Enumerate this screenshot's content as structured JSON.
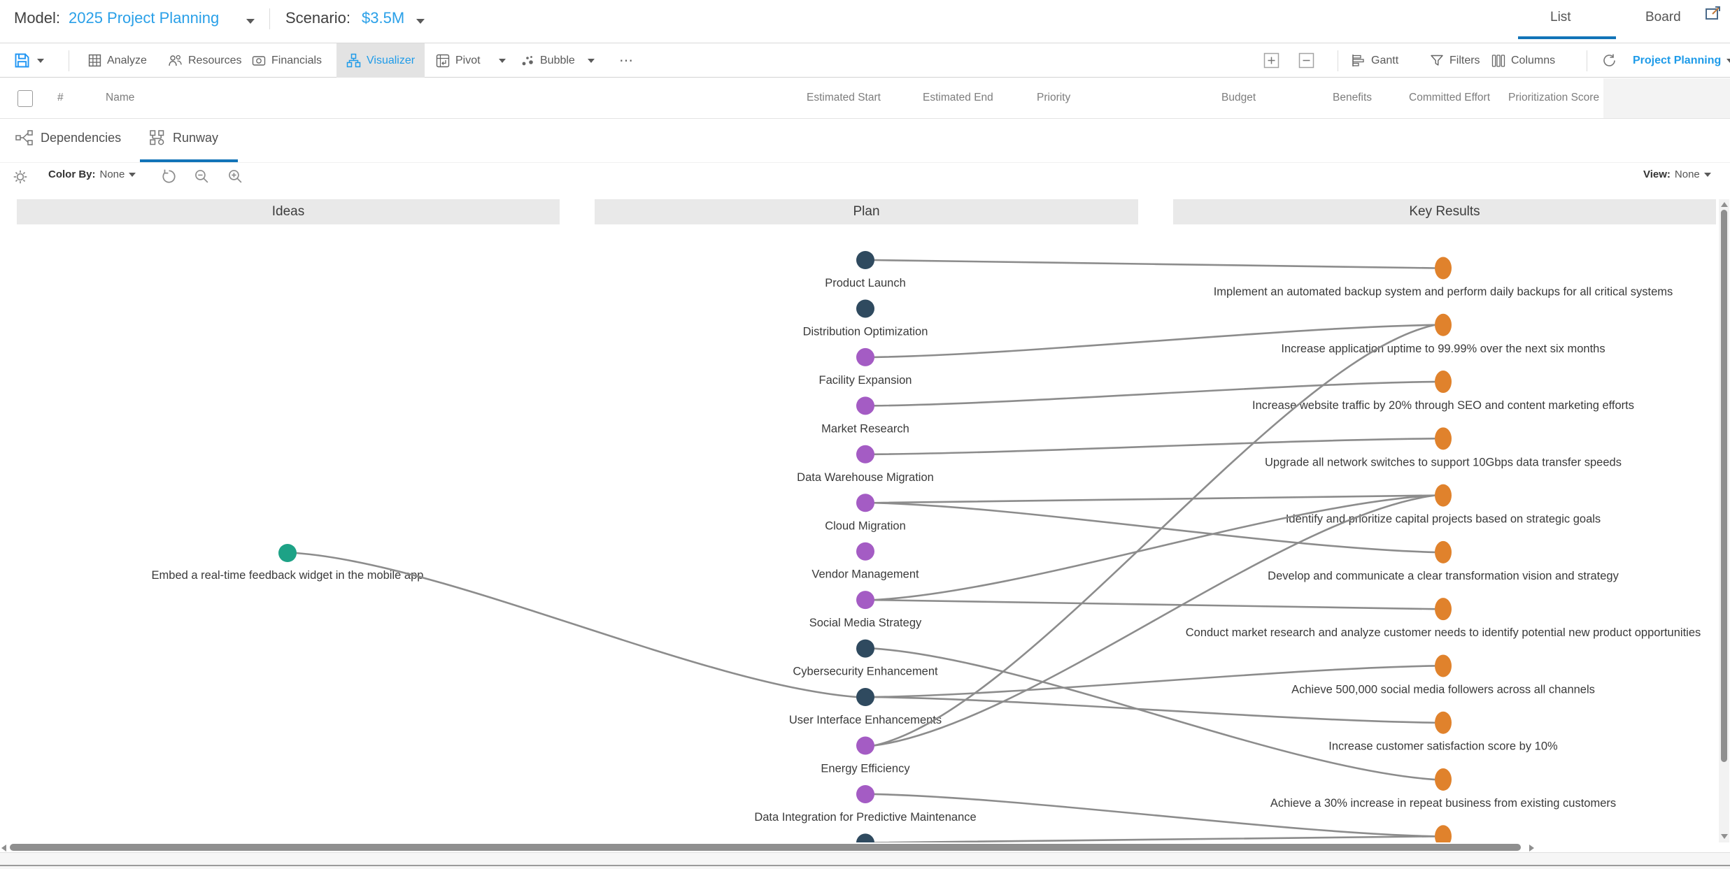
{
  "topbar": {
    "model_label": "Model:",
    "model_value": "2025 Project Planning",
    "scenario_label": "Scenario:",
    "scenario_value": "$3.5M",
    "tabs": [
      {
        "label": "List",
        "active": true
      },
      {
        "label": "Board",
        "active": false
      }
    ]
  },
  "toolbar": {
    "buttons": [
      {
        "label": "Analyze"
      },
      {
        "label": "Resources"
      },
      {
        "label": "Financials"
      },
      {
        "label": "Visualizer",
        "active": true
      },
      {
        "label": "Pivot",
        "has_dropdown": true
      },
      {
        "label": "Bubble",
        "has_dropdown": true
      }
    ],
    "overflow": "⋯",
    "right_buttons": [
      {
        "label": "Gantt"
      },
      {
        "label": "Filters"
      },
      {
        "label": "Columns"
      }
    ],
    "scope": "Project Planning"
  },
  "table": {
    "columns": [
      "#",
      "Name",
      "Estimated Start",
      "Estimated End",
      "Priority",
      "Budget",
      "Benefits",
      "Committed Effort",
      "Prioritization Score"
    ]
  },
  "subtabs": [
    {
      "label": "Dependencies",
      "active": false
    },
    {
      "label": "Runway",
      "active": true
    }
  ],
  "controls": {
    "color_by_label": "Color By:",
    "color_by_value": "None",
    "view_label": "View:",
    "view_value": "None"
  },
  "visualizer": {
    "columns": [
      "Ideas",
      "Plan",
      "Key Results"
    ],
    "ideas": [
      {
        "label": "Embed a real-time feedback widget in the mobile app",
        "color": "teal"
      }
    ],
    "plan": [
      {
        "label": "Product Launch",
        "color": "navy"
      },
      {
        "label": "Distribution Optimization",
        "color": "navy"
      },
      {
        "label": "Facility Expansion",
        "color": "purple"
      },
      {
        "label": "Market Research",
        "color": "purple"
      },
      {
        "label": "Data Warehouse Migration",
        "color": "purple"
      },
      {
        "label": "Cloud Migration",
        "color": "purple"
      },
      {
        "label": "Vendor Management",
        "color": "purple"
      },
      {
        "label": "Social Media Strategy",
        "color": "purple"
      },
      {
        "label": "Cybersecurity Enhancement",
        "color": "navy"
      },
      {
        "label": "User Interface Enhancements",
        "color": "navy"
      },
      {
        "label": "Energy Efficiency",
        "color": "purple"
      },
      {
        "label": "Data Integration for Predictive Maintenance",
        "color": "purple"
      },
      {
        "label": "",
        "color": "navy"
      }
    ],
    "key_results": [
      {
        "label": "Implement an automated backup system and perform daily backups for all critical systems"
      },
      {
        "label": "Increase application uptime to 99.99% over the next six months"
      },
      {
        "label": "Increase website traffic by 20% through SEO and content marketing efforts"
      },
      {
        "label": "Upgrade all network switches to support 10Gbps data transfer speeds"
      },
      {
        "label": "Identify and prioritize capital projects based on strategic goals"
      },
      {
        "label": "Develop and communicate a clear transformation vision and strategy"
      },
      {
        "label": "Conduct market research and analyze customer needs to identify potential new product opportunities"
      },
      {
        "label": "Achieve 500,000 social media followers across all channels"
      },
      {
        "label": "Increase customer satisfaction score by 10%"
      },
      {
        "label": "Achieve a 30% increase in repeat business from existing customers"
      },
      {
        "label": ""
      }
    ],
    "links": [
      {
        "from": [
          "plan",
          0
        ],
        "to": [
          "kr",
          0
        ]
      },
      {
        "from": [
          "plan",
          2
        ],
        "to": [
          "kr",
          1
        ]
      },
      {
        "from": [
          "plan",
          3
        ],
        "to": [
          "kr",
          2
        ]
      },
      {
        "from": [
          "plan",
          4
        ],
        "to": [
          "kr",
          3
        ]
      },
      {
        "from": [
          "plan",
          5
        ],
        "to": [
          "kr",
          4
        ]
      },
      {
        "from": [
          "plan",
          5
        ],
        "to": [
          "kr",
          5
        ]
      },
      {
        "from": [
          "plan",
          7
        ],
        "to": [
          "kr",
          4
        ]
      },
      {
        "from": [
          "plan",
          7
        ],
        "to": [
          "kr",
          6
        ]
      },
      {
        "from": [
          "plan",
          8
        ],
        "to": [
          "kr",
          9
        ]
      },
      {
        "from": [
          "plan",
          9
        ],
        "to": [
          "kr",
          7
        ]
      },
      {
        "from": [
          "plan",
          9
        ],
        "to": [
          "kr",
          8
        ]
      },
      {
        "from": [
          "plan",
          10
        ],
        "to": [
          "kr",
          1
        ]
      },
      {
        "from": [
          "plan",
          10
        ],
        "to": [
          "kr",
          4
        ]
      },
      {
        "from": [
          "plan",
          11
        ],
        "to": [
          "kr",
          10
        ]
      },
      {
        "from": [
          "plan",
          12
        ],
        "to": [
          "kr",
          10
        ]
      },
      {
        "from": [
          "idea",
          0
        ],
        "to": [
          "plan",
          9
        ]
      }
    ]
  },
  "colors": {
    "accent_blue": "#1E9BE9",
    "value_blue": "#2AA0E8",
    "tab_underline": "#1274B8",
    "navy": "#2F4A5F",
    "purple": "#A45CC4",
    "orange": "#E0822C",
    "teal": "#1DA286",
    "link_line": "#8C8C8C"
  }
}
